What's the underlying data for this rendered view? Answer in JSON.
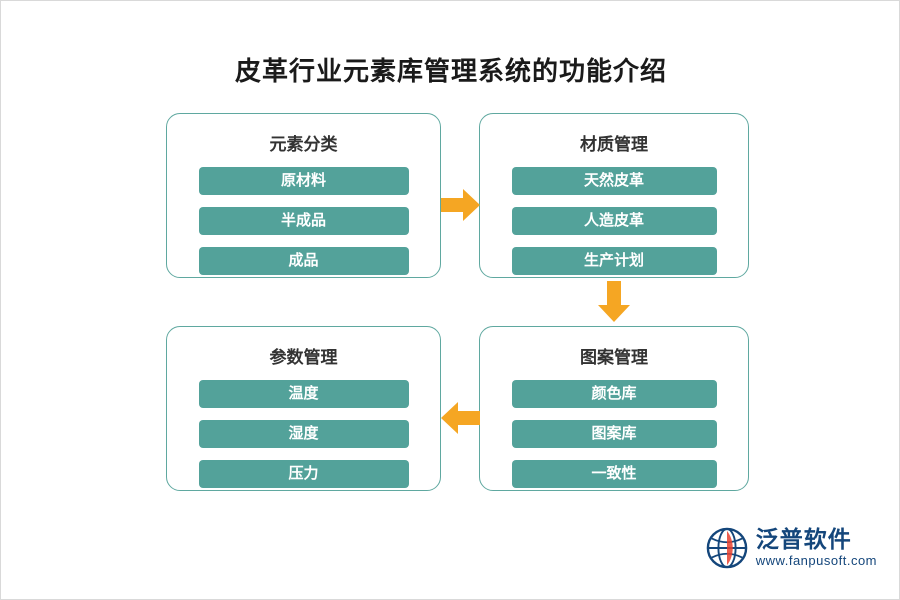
{
  "page": {
    "title": "皮革行业元素库管理系统的功能介绍",
    "background": "#ffffff",
    "accent": "#53a29a",
    "card_border": "#5fa8a0",
    "arrow_color": "#f5a623"
  },
  "cards": [
    {
      "id": "element",
      "title": "元素分类",
      "items": [
        "原材料",
        "半成品",
        "成品"
      ]
    },
    {
      "id": "material",
      "title": "材质管理",
      "items": [
        "天然皮革",
        "人造皮革",
        "生产计划"
      ]
    },
    {
      "id": "pattern",
      "title": "图案管理",
      "items": [
        "颜色库",
        "图案库",
        "一致性"
      ]
    },
    {
      "id": "param",
      "title": "参数管理",
      "items": [
        "温度",
        "湿度",
        "压力"
      ]
    }
  ],
  "arrows": [
    {
      "name": "arrow-element-to-material",
      "direction": "right"
    },
    {
      "name": "arrow-material-to-pattern",
      "direction": "down"
    },
    {
      "name": "arrow-pattern-to-param",
      "direction": "left"
    }
  ],
  "watermark": {
    "text": "泛普软件",
    "sub": "fanpusoft.com"
  },
  "logo": {
    "name": "泛普软件",
    "url": "www.fanpusoft.com"
  }
}
